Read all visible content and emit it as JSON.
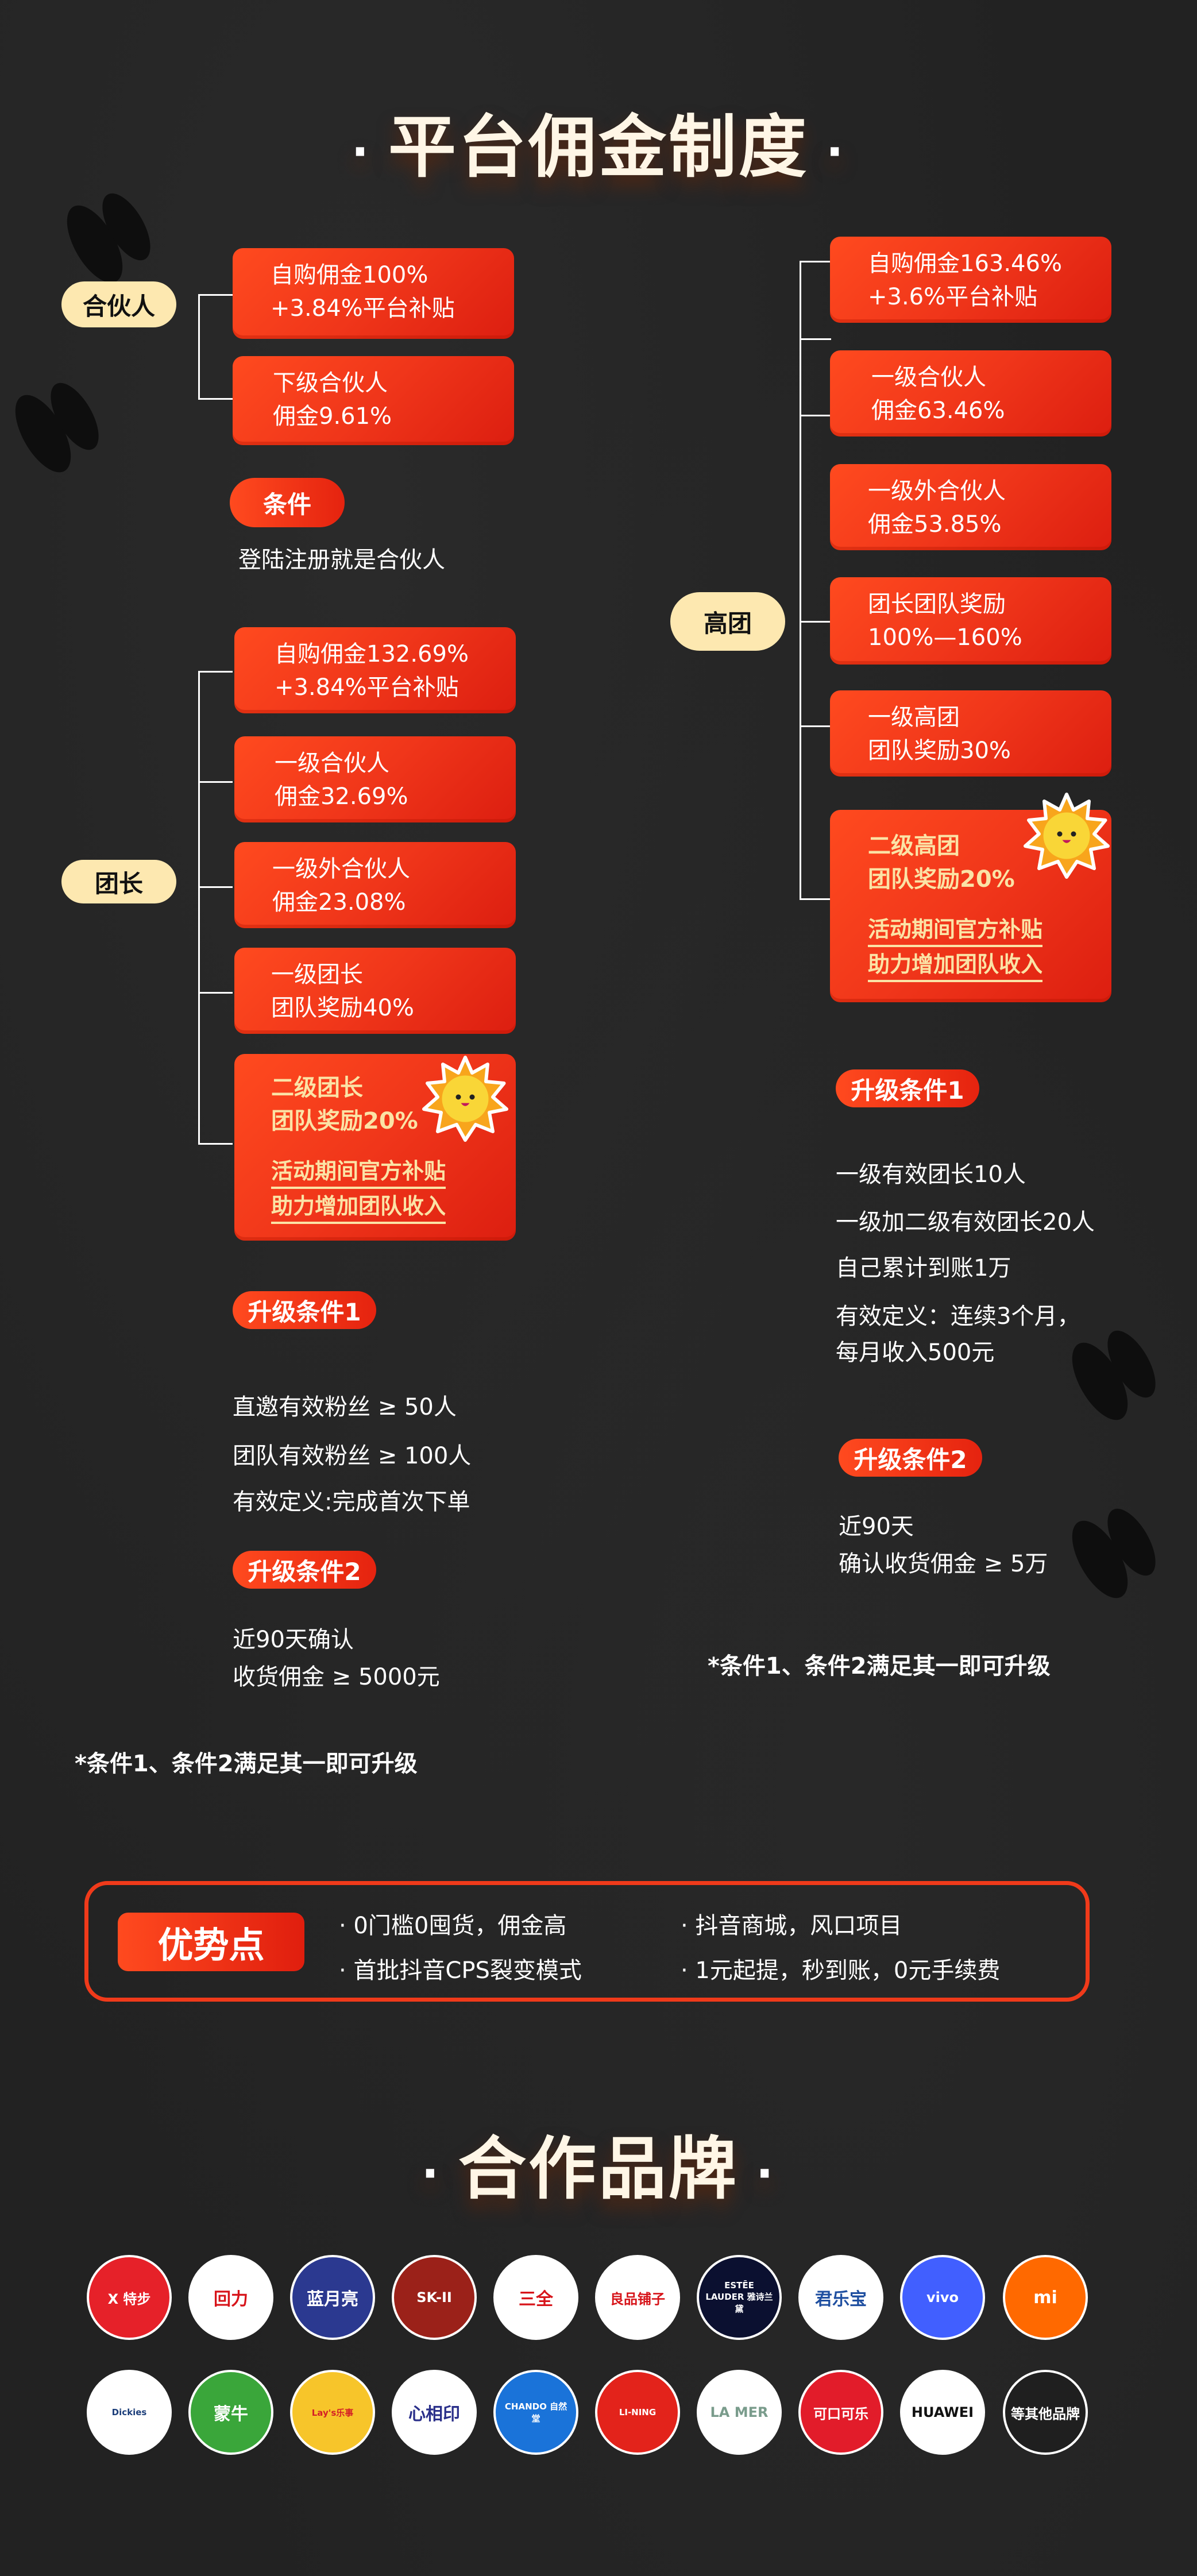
{
  "titles": {
    "commission": "平台佣金制度",
    "brands": "合作品牌",
    "dot": "·"
  },
  "partner": {
    "label": "合伙人",
    "boxes": [
      {
        "line1": "自购佣金100%",
        "line2": "+3.84%平台补贴"
      },
      {
        "line1": "下级合伙人",
        "line2": "佣金9.61%"
      }
    ],
    "condition_label": "条件",
    "condition_text": "登陆注册就是合伙人"
  },
  "leader": {
    "label": "团长",
    "boxes": [
      {
        "line1": "自购佣金132.69%",
        "line2": "+3.84%平台补贴"
      },
      {
        "line1": "一级合伙人",
        "line2": "佣金32.69%"
      },
      {
        "line1": "一级外合伙人",
        "line2": "佣金23.08%"
      },
      {
        "line1": "一级团长",
        "line2": "团队奖励40%"
      },
      {
        "line1": "二级团长",
        "line2": "团队奖励20%",
        "sub1": "活动期间官方补贴",
        "sub2": "助力增加团队收入"
      }
    ],
    "upgrade1": {
      "label": "升级条件1",
      "lines": [
        "直邀有效粉丝 ≥ 50人",
        "团队有效粉丝 ≥ 100人",
        "有效定义:完成首次下单"
      ]
    },
    "upgrade2": {
      "label": "升级条件2",
      "lines": [
        "近90天确认",
        "收货佣金 ≥ 5000元"
      ]
    },
    "note": "*条件1、条件2满足其一即可升级"
  },
  "high_team": {
    "label": "高团",
    "boxes": [
      {
        "line1": "自购佣金163.46%",
        "line2": "+3.6%平台补贴"
      },
      {
        "line1": "一级合伙人",
        "line2": "佣金63.46%"
      },
      {
        "line1": "一级外合伙人",
        "line2": "佣金53.85%"
      },
      {
        "line1": "团长团队奖励",
        "line2": "100%—160%"
      },
      {
        "line1": "一级高团",
        "line2": "团队奖励30%"
      },
      {
        "line1": "二级高团",
        "line2": "团队奖励20%",
        "sub1": "活动期间官方补贴",
        "sub2": "助力增加团队收入"
      }
    ],
    "upgrade1": {
      "label": "升级条件1",
      "lines": [
        "一级有效团长10人",
        "一级加二级有效团长20人",
        "自己累计到账1万",
        "有效定义：连续3个月，",
        "每月收入500元"
      ]
    },
    "upgrade2": {
      "label": "升级条件2",
      "lines": [
        "近90天",
        "确认收货佣金 ≥ 5万"
      ]
    },
    "note": "*条件1、条件2满足其一即可升级"
  },
  "advantages": {
    "label": "优势点",
    "items": [
      "· 0门槛0囤货，佣金高",
      "· 抖音商城，风口项目",
      "· 首批抖音CPS裂变模式",
      "· 1元起提，秒到账，0元手续费"
    ]
  },
  "brands": {
    "row1": [
      {
        "name": "特步",
        "text": "X 特步",
        "bg": "#e62129",
        "fg": "#ffffff"
      },
      {
        "name": "回力",
        "text": "回力",
        "bg": "#ffffff",
        "fg": "#d7141a"
      },
      {
        "name": "蓝月亮",
        "text": "蓝月亮",
        "bg": "#2b3990",
        "fg": "#ffffff"
      },
      {
        "name": "SK-II",
        "text": "SK-II",
        "bg": "#9b2119",
        "fg": "#ffffff"
      },
      {
        "name": "三全",
        "text": "三全",
        "bg": "#ffffff",
        "fg": "#d7141a"
      },
      {
        "name": "良品铺子",
        "text": "良品铺子",
        "bg": "#ffffff",
        "fg": "#d7141a"
      },
      {
        "name": "雅诗兰黛",
        "text": "ESTĒE LAUDER 雅诗兰黛",
        "bg": "#0b1030",
        "fg": "#ffffff"
      },
      {
        "name": "君乐宝",
        "text": "君乐宝",
        "bg": "#ffffff",
        "fg": "#1f4fa0"
      },
      {
        "name": "vivo",
        "text": "vivo",
        "bg": "#415fff",
        "fg": "#ffffff"
      },
      {
        "name": "小米",
        "text": "mi",
        "bg": "#ff6900",
        "fg": "#ffffff"
      }
    ],
    "row2": [
      {
        "name": "Dickies",
        "text": "Dickies",
        "bg": "#ffffff",
        "fg": "#1c3e7a"
      },
      {
        "name": "蒙牛",
        "text": "蒙牛",
        "bg": "#3aa63a",
        "fg": "#ffffff"
      },
      {
        "name": "乐事",
        "text": "Lay's乐事",
        "bg": "#f7c52a",
        "fg": "#d41f26"
      },
      {
        "name": "心相印",
        "text": "心相印",
        "bg": "#ffffff",
        "fg": "#2a2f8a"
      },
      {
        "name": "自然堂",
        "text": "CHANDO 自然堂",
        "bg": "#1a73d9",
        "fg": "#ffffff"
      },
      {
        "name": "李宁",
        "text": "LI-NING",
        "bg": "#e3231b",
        "fg": "#ffffff"
      },
      {
        "name": "LA MER",
        "text": "LA MER",
        "bg": "#ffffff",
        "fg": "#7a9c8c"
      },
      {
        "name": "可口可乐",
        "text": "可口可乐",
        "bg": "#e21c2a",
        "fg": "#ffffff"
      },
      {
        "name": "华为",
        "text": "HUAWEI",
        "bg": "#ffffff",
        "fg": "#111111"
      },
      {
        "name": "其他",
        "text": "等其他品牌",
        "bg": "#1f1f1f",
        "fg": "#ffffff"
      }
    ]
  },
  "colors": {
    "background": "#222222",
    "accent_red": "#f03a1a",
    "pill_cream": "#fde8b0",
    "highlight_text": "#fbe3a6"
  }
}
